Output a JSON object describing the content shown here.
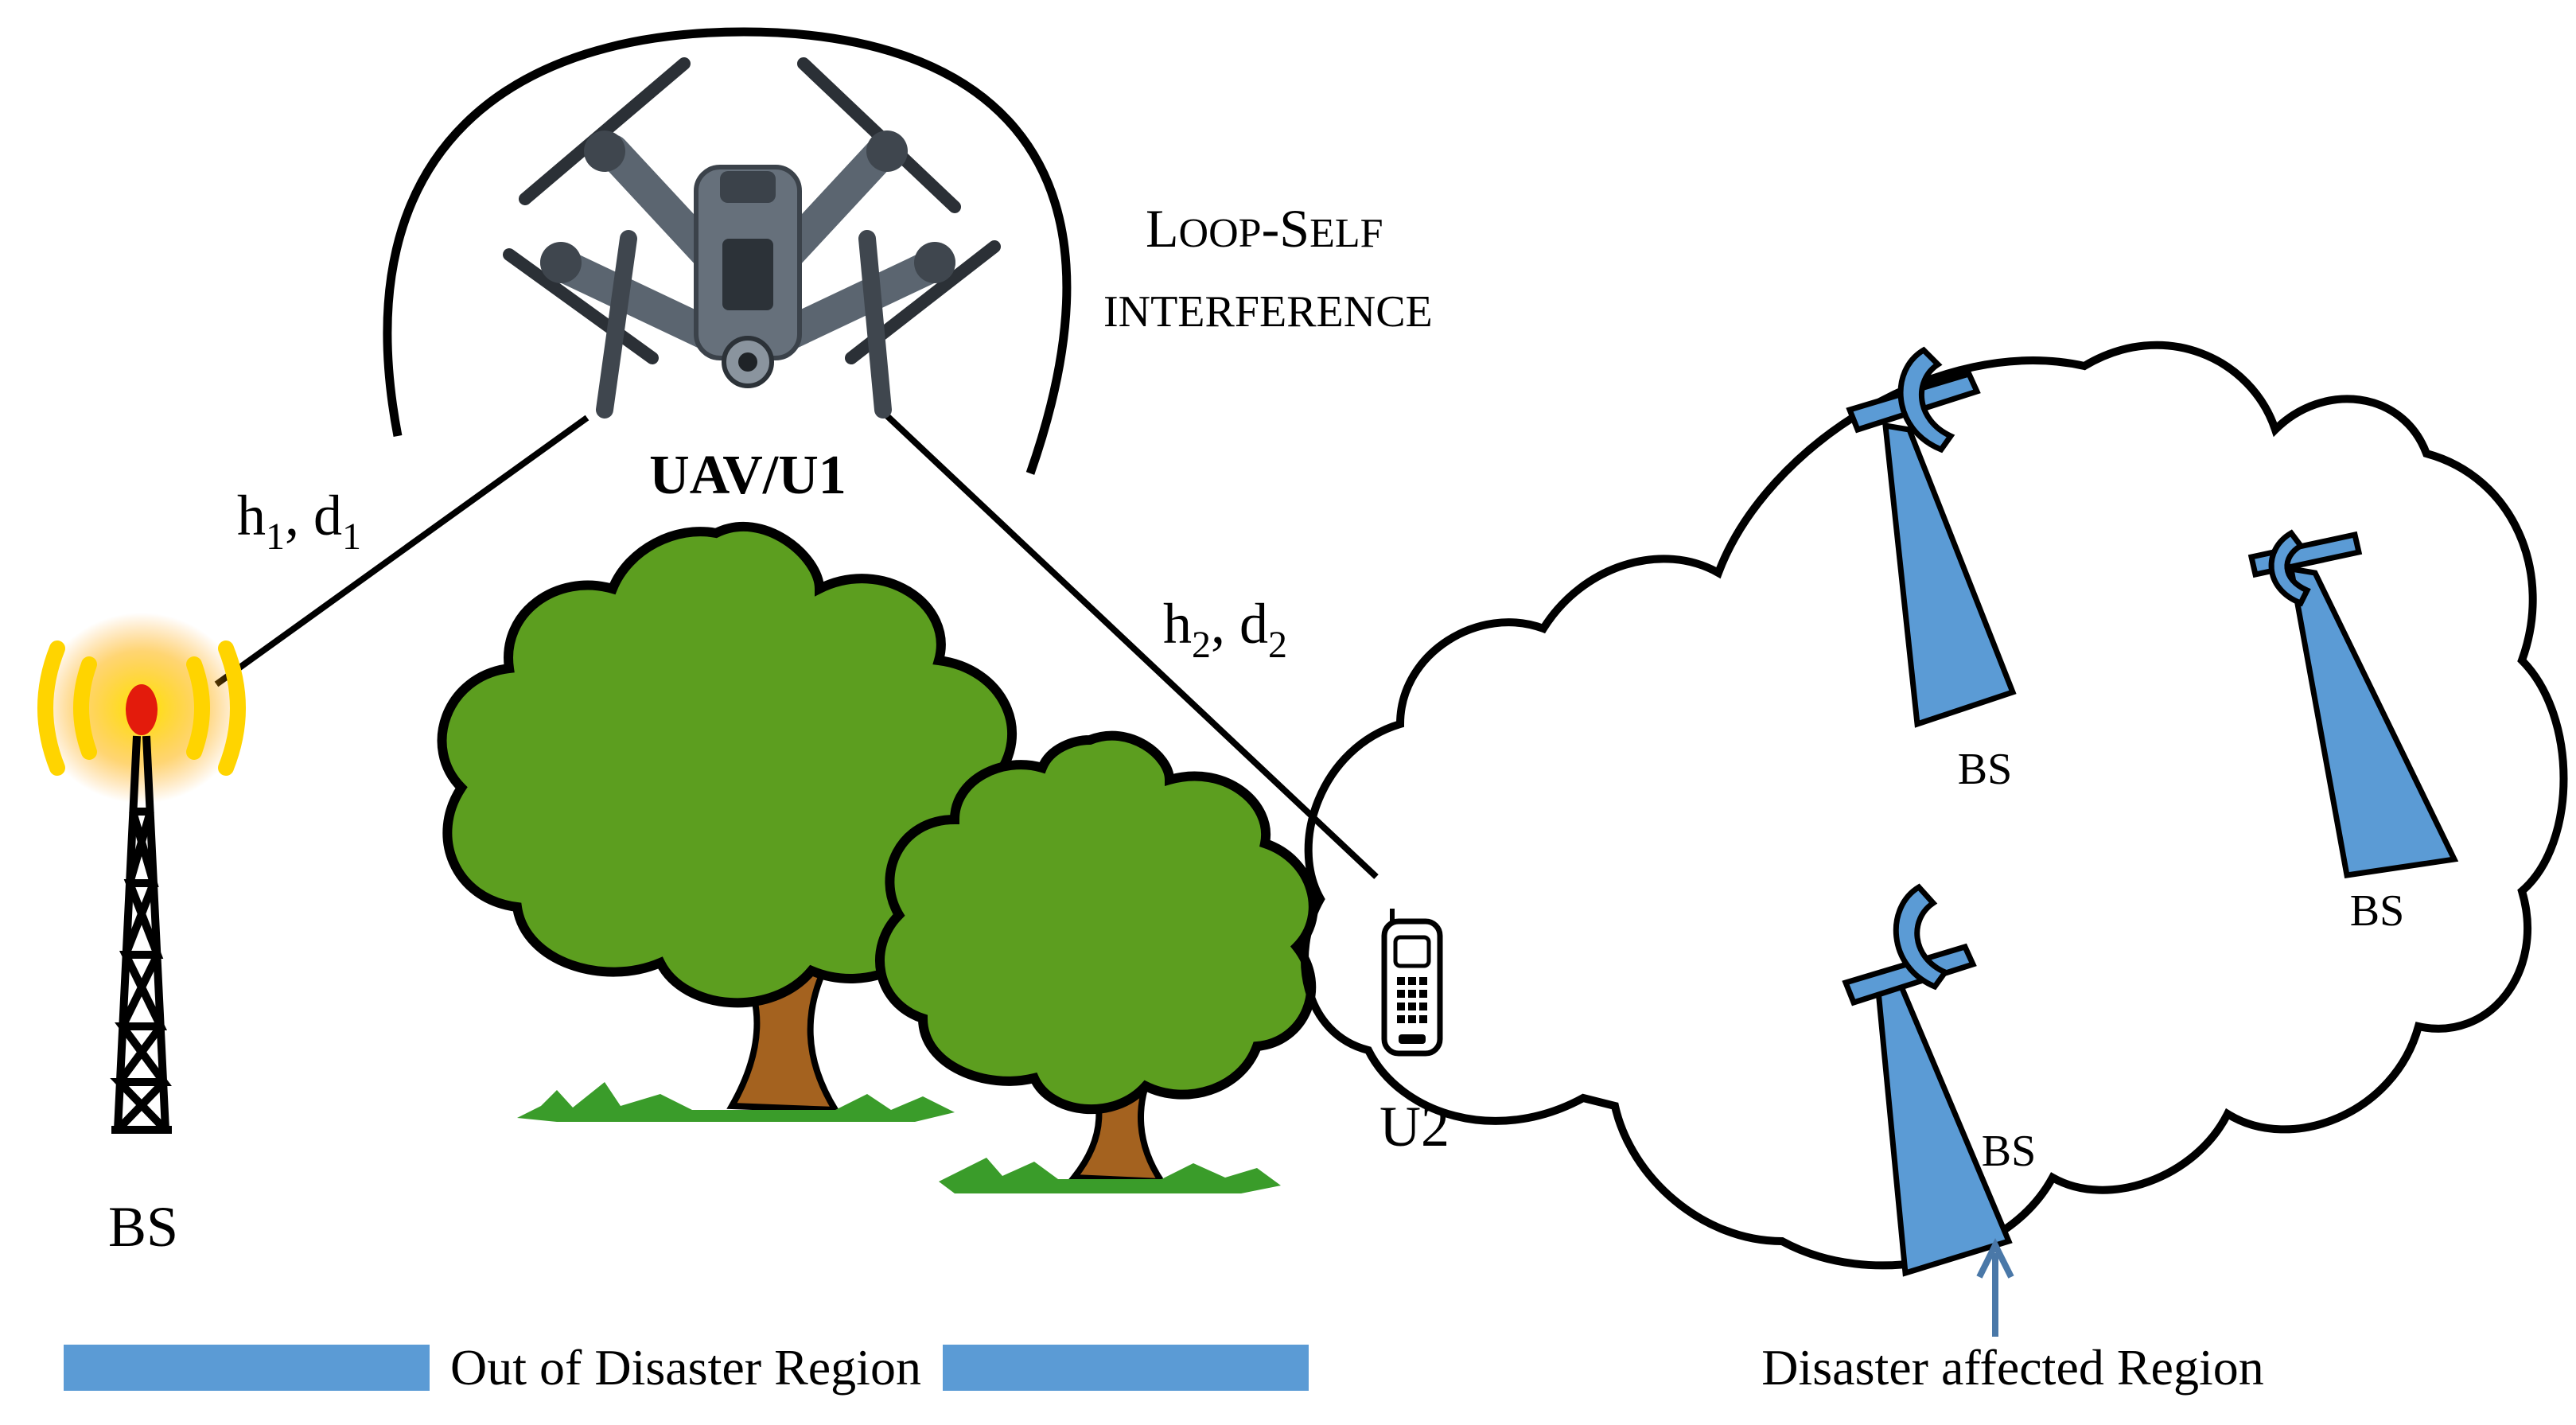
{
  "labels": {
    "uav": "UAV/U1",
    "loop_line1_big": "L",
    "loop_line1_rest": "OOP",
    "loop_line1_dash": "-",
    "loop_line1_big2": "S",
    "loop_line1_rest2": "ELF",
    "loop_line2": "INTERFERENCE",
    "link1_h": "h",
    "link1_hsub": "1",
    "link1_sep": ", d",
    "link1_dsub": "1",
    "link2_h": "h",
    "link2_hsub": "2",
    "link2_sep": ", d",
    "link2_dsub": "2",
    "bs_left": "BS",
    "u2": "U2",
    "bs_top": "BS",
    "bs_right": "BS",
    "bs_bottom": "BS",
    "out_region": "Out of Disaster Region",
    "disaster_region": "Disaster affected Region"
  },
  "colors": {
    "tower_blue": "#5b9bd5",
    "tree_green": "#5c9e1f",
    "trunk_brown": "#a4621f",
    "grass_green": "#3a9c2a",
    "signal_glow": "#ffd400",
    "signal_dot": "#e31b0c",
    "drone_gray": "#5b6570"
  },
  "icons": {
    "uav": "drone-icon",
    "phone": "mobile-phone-icon",
    "tower_left": "radio-tower-icon",
    "tower_disaster": "damaged-tower-icon",
    "trees": "tree-icon"
  }
}
